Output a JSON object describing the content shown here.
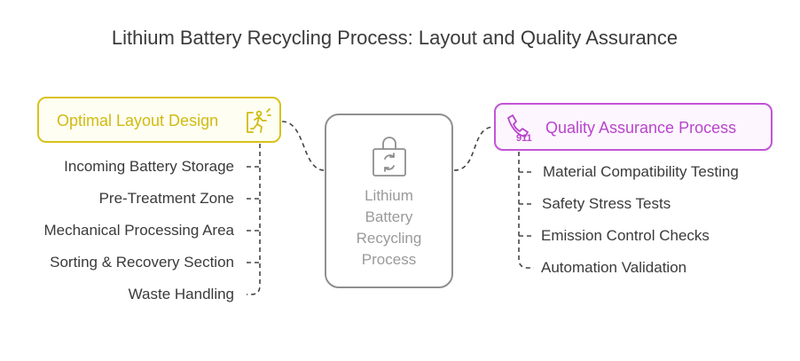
{
  "title": "Lithium Battery Recycling Process: Layout and Quality Assurance",
  "center": {
    "lines": [
      "Lithium",
      "Battery",
      "Recycling",
      "Process"
    ],
    "icon": "recycle-bag-icon",
    "color": "#8f8f8f"
  },
  "left": {
    "label": "Optimal Layout Design",
    "icon": "person-running-exit-icon",
    "color": "#d8c21b",
    "items": [
      "Incoming Battery Storage",
      "Pre-Treatment Zone",
      "Mechanical Processing Area",
      "Sorting & Recovery Section",
      "Waste Handling"
    ]
  },
  "right": {
    "label": "Quality Assurance Process",
    "icon": "emergency-phone-911-icon",
    "icon_text": "911",
    "color": "#c254d6",
    "items": [
      "Material Compatibility Testing",
      "Safety Stress Tests",
      "Emission Control Checks",
      "Automation Validation"
    ]
  }
}
